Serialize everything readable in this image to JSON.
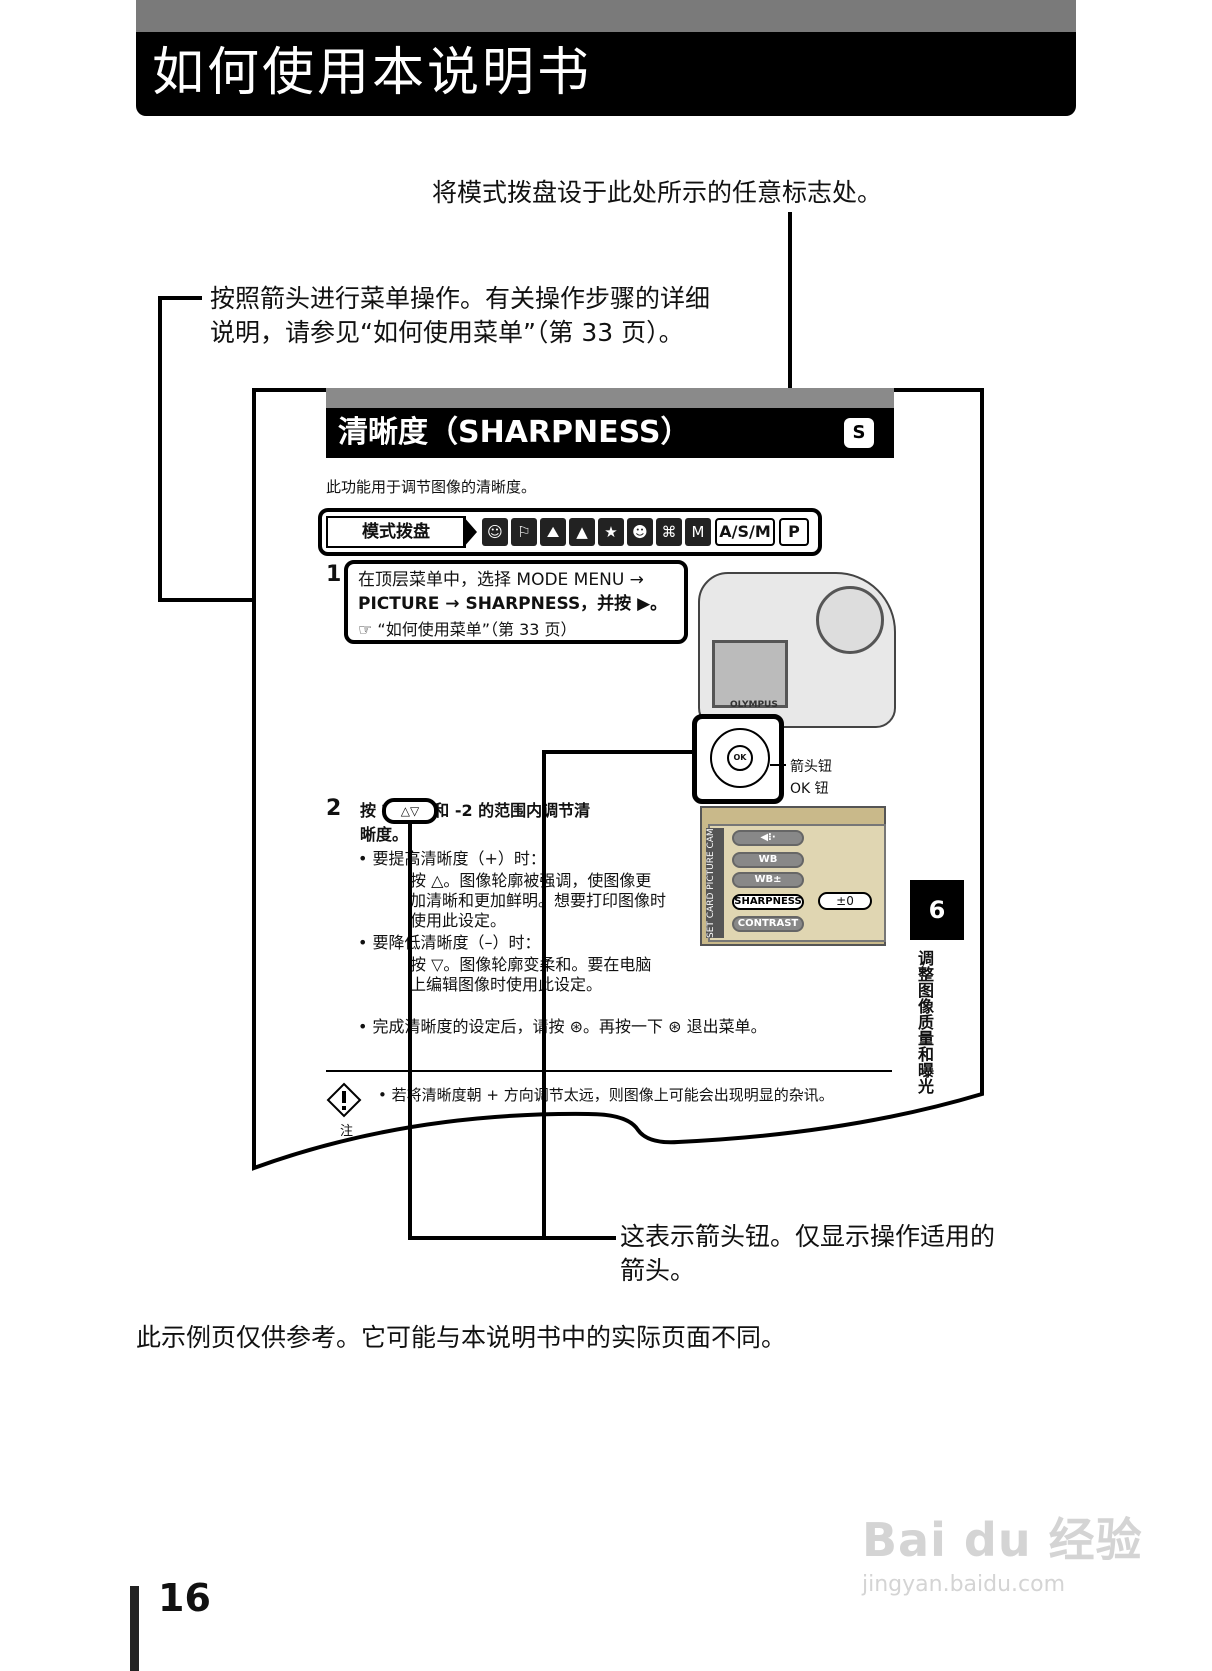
{
  "header": {
    "title": "如何使用本说明书"
  },
  "callouts": {
    "mode_dial": "将模式拨盘设于此处所示的任意标志处。",
    "menu_line1": "按照箭头进行菜单操作。有关操作步骤的详细",
    "menu_line2": "说明，请参见“如何使用菜单”（第 33 页）。",
    "arrow_line1": "这表示箭头钮。仅显示操作适用的",
    "arrow_line2": "箭头。"
  },
  "sample_page": {
    "title": "清晰度（SHARPNESS）",
    "title_icon": "S",
    "intro": "此功能用于调节图像的清晰度。",
    "mode_dial_label": "模式拨盘",
    "mode_icons": [
      "portrait-icon",
      "sports-icon",
      "landscape-portrait-icon",
      "landscape-icon",
      "night-scene-icon",
      "indoor-icon",
      "movie-icon",
      "my-mode-icon"
    ],
    "mode_icon_glyphs": [
      "☺",
      "⚐",
      "⛰",
      "▲",
      "★",
      "☻",
      "⌘",
      "M"
    ],
    "mode_asm": "A/S/M",
    "mode_p": "P",
    "step1_num": "1",
    "step1_line1": "在顶层菜单中，选择 MODE MENU →",
    "step1_line2": "PICTURE → SHARPNESS，并按 ▶。",
    "step1_ref": "☞ “如何使用菜单”（第 33 页）",
    "camera_brand": "OLYMPUS",
    "ok_center": "OK",
    "arrow_btn_label": "箭头钮",
    "ok_btn_label": "OK 钮",
    "step2_num": "2",
    "step2_arrows": "△▽",
    "step2_line1": "按      在 +2 和 -2 的范围内调节清",
    "step2_line2": "晰度。",
    "step2_b1": "• 要提高清晰度（+）时：",
    "step2_b1a": "按 △。图像轮廓被强调，使图像更",
    "step2_b1b": "加清晰和更加鲜明。想要打印图像时",
    "step2_b1c": "使用此设定。",
    "step2_b2": "• 要降低清晰度（–）时：",
    "step2_b2a": "按 ▽。图像轮廓变柔和。要在电脑",
    "step2_b2b": "上编辑图像时使用此设定。",
    "step2_b3": "• 完成清晰度的设定后，请按 ⊛。再按一下 ⊛ 退出菜单。",
    "menu_tabs": "SET CARD PICTURE CAM",
    "menu_items": [
      "◀⁝·",
      "WB",
      "WB±",
      "SHARPNESS",
      "CONTRAST"
    ],
    "menu_value": "±0",
    "chapter_num": "6",
    "side_text": "调整图像质量和曝光",
    "note_label": "注",
    "note_text": "• 若将清晰度朝 + 方向调节太远，则图像上可能会出现明显的杂讯。"
  },
  "footer": {
    "disclaimer": "此示例页仅供参考。它可能与本说明书中的实际页面不同。",
    "page_number": "16",
    "watermark": "Bai du 经验",
    "watermark_url": "jingyan.baidu.com"
  }
}
